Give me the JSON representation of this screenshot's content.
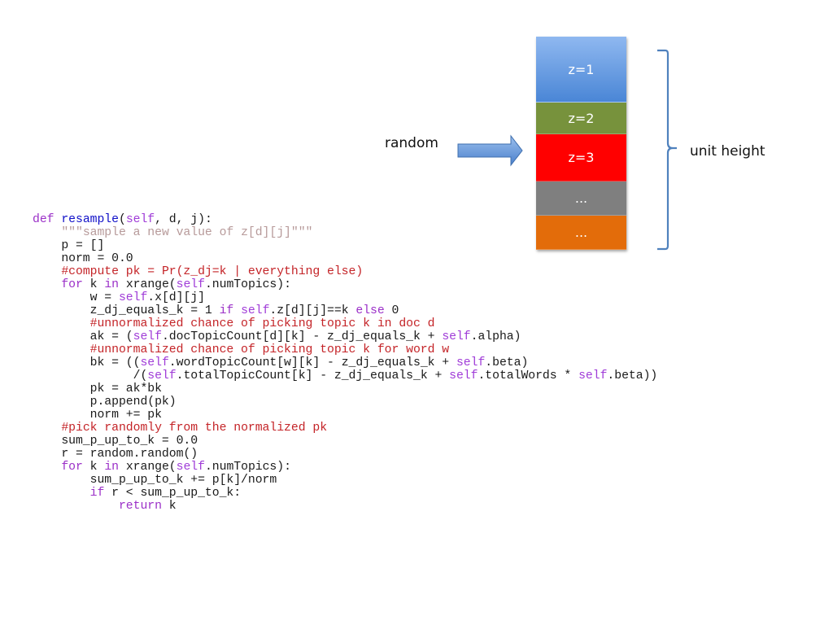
{
  "diagram": {
    "arrow_label": "random",
    "brace_label": "unit height",
    "stack": [
      {
        "label": "z=1",
        "share": 0.31,
        "color": "#4a86d6",
        "color_top": "#8fb8f0"
      },
      {
        "label": "z=2",
        "share": 0.15,
        "color": "#77923c"
      },
      {
        "label": "z=3",
        "share": 0.22,
        "color": "#ff0000"
      },
      {
        "label": "...",
        "share": 0.16,
        "color": "#7f7f7f"
      },
      {
        "label": "...",
        "share": 0.16,
        "color": "#e36c0a"
      }
    ],
    "accent_color": "#4f81bd"
  },
  "code": {
    "language": "python",
    "lines": [
      [
        [
          "kw",
          "def "
        ],
        [
          "func",
          "resample"
        ],
        [
          "plain",
          "("
        ],
        [
          "self",
          "self"
        ],
        [
          "plain",
          ", d, j):"
        ]
      ],
      [
        [
          "plain",
          "    "
        ],
        [
          "str",
          "\"\"\"sample a new value of z[d][j]\"\"\""
        ]
      ],
      [
        [
          "plain",
          "    p = []"
        ]
      ],
      [
        [
          "plain",
          "    norm = 0.0"
        ]
      ],
      [
        [
          "plain",
          "    "
        ],
        [
          "com",
          "#compute pk = Pr(z_dj=k | everything else)"
        ]
      ],
      [
        [
          "plain",
          "    "
        ],
        [
          "kw",
          "for"
        ],
        [
          "plain",
          " k "
        ],
        [
          "kw",
          "in"
        ],
        [
          "plain",
          " xrange("
        ],
        [
          "self",
          "self"
        ],
        [
          "plain",
          ".numTopics):"
        ]
      ],
      [
        [
          "plain",
          "        w = "
        ],
        [
          "self",
          "self"
        ],
        [
          "plain",
          ".x[d][j]"
        ]
      ],
      [
        [
          "plain",
          "        z_dj_equals_k = 1 "
        ],
        [
          "kw",
          "if"
        ],
        [
          "plain",
          " "
        ],
        [
          "self",
          "self"
        ],
        [
          "plain",
          ".z[d][j]==k "
        ],
        [
          "kw",
          "else"
        ],
        [
          "plain",
          " 0"
        ]
      ],
      [
        [
          "plain",
          "        "
        ],
        [
          "com",
          "#unnormalized chance of picking topic k in doc d"
        ]
      ],
      [
        [
          "plain",
          "        ak = ("
        ],
        [
          "self",
          "self"
        ],
        [
          "plain",
          ".docTopicCount[d][k] - z_dj_equals_k + "
        ],
        [
          "self",
          "self"
        ],
        [
          "plain",
          ".alpha)"
        ]
      ],
      [
        [
          "plain",
          "        "
        ],
        [
          "com",
          "#unnormalized chance of picking topic k for word w"
        ]
      ],
      [
        [
          "plain",
          "        bk = (("
        ],
        [
          "self",
          "self"
        ],
        [
          "plain",
          ".wordTopicCount[w][k] - z_dj_equals_k + "
        ],
        [
          "self",
          "self"
        ],
        [
          "plain",
          ".beta)"
        ]
      ],
      [
        [
          "plain",
          "              /("
        ],
        [
          "self",
          "self"
        ],
        [
          "plain",
          ".totalTopicCount[k] - z_dj_equals_k + "
        ],
        [
          "self",
          "self"
        ],
        [
          "plain",
          ".totalWords * "
        ],
        [
          "self",
          "self"
        ],
        [
          "plain",
          ".beta))"
        ]
      ],
      [
        [
          "plain",
          "        pk = ak*bk"
        ]
      ],
      [
        [
          "plain",
          "        p.append(pk)"
        ]
      ],
      [
        [
          "plain",
          "        norm += pk"
        ]
      ],
      [
        [
          "plain",
          "    "
        ],
        [
          "com",
          "#pick randomly from the normalized pk"
        ]
      ],
      [
        [
          "plain",
          "    sum_p_up_to_k = 0.0"
        ]
      ],
      [
        [
          "plain",
          "    r = random.random()"
        ]
      ],
      [
        [
          "plain",
          "    "
        ],
        [
          "kw",
          "for"
        ],
        [
          "plain",
          " k "
        ],
        [
          "kw",
          "in"
        ],
        [
          "plain",
          " xrange("
        ],
        [
          "self",
          "self"
        ],
        [
          "plain",
          ".numTopics):"
        ]
      ],
      [
        [
          "plain",
          "        sum_p_up_to_k += p[k]/norm"
        ]
      ],
      [
        [
          "plain",
          "        "
        ],
        [
          "kw",
          "if"
        ],
        [
          "plain",
          " r < sum_p_up_to_k:"
        ]
      ],
      [
        [
          "plain",
          "            "
        ],
        [
          "kw",
          "return"
        ],
        [
          "plain",
          " k"
        ]
      ]
    ]
  }
}
